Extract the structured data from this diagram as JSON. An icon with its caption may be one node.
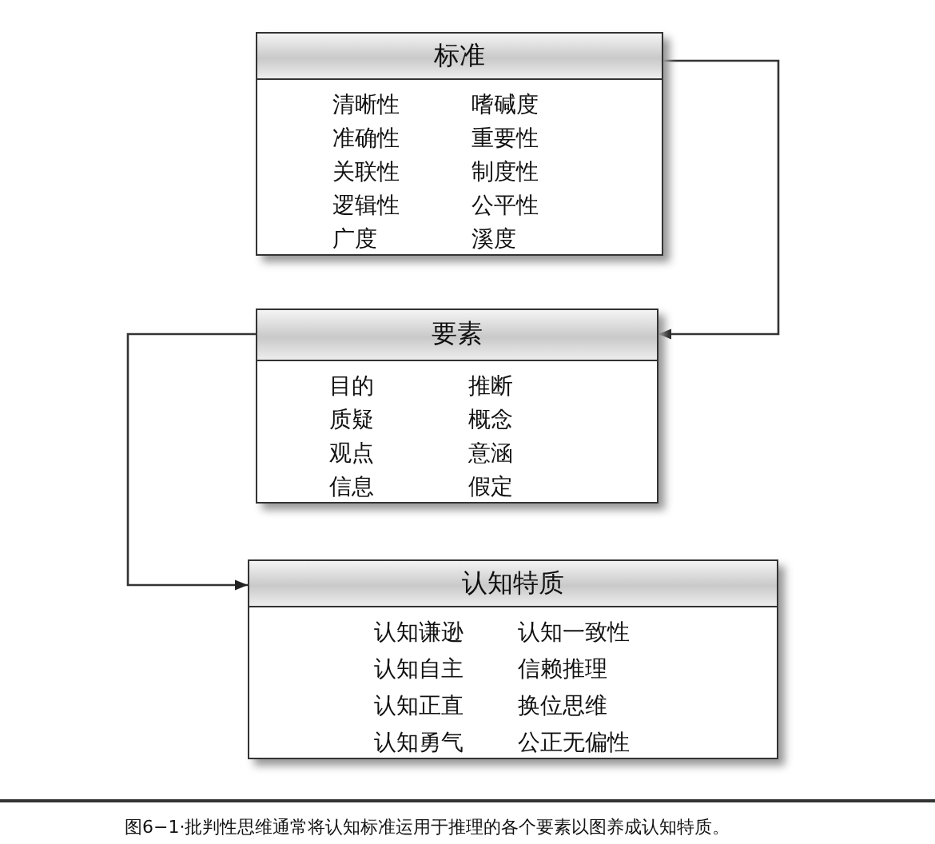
{
  "diagram": {
    "caption": "图6−1·批判性思维通常将认知标准运用于推理的各个要素以图养成认知特质。",
    "nodes": [
      {
        "text": [
          "标准",
          "清晰性",
          "嗜碱度",
          "准确性",
          "重要性",
          "关联性",
          "制度性",
          "逻辑性",
          "公平性",
          "广度",
          "溪度"
        ]
      },
      {
        "text": [
          "要素",
          "目的",
          "推断",
          "质疑",
          "概念",
          "观点",
          "意涵",
          "信息",
          "假定"
        ]
      },
      {
        "text": [
          "认知特质",
          "认知谦逊",
          "认知一致性",
          "认知自主",
          "信赖推理",
          "认知正直",
          "换位思维",
          "认知勇气",
          "公正无偏性"
        ]
      }
    ],
    "edges": [
      {
        "from": 0,
        "to": 1,
        "arrow": "to"
      },
      {
        "from": 1,
        "to": 2,
        "arrow": "to"
      }
    ]
  }
}
